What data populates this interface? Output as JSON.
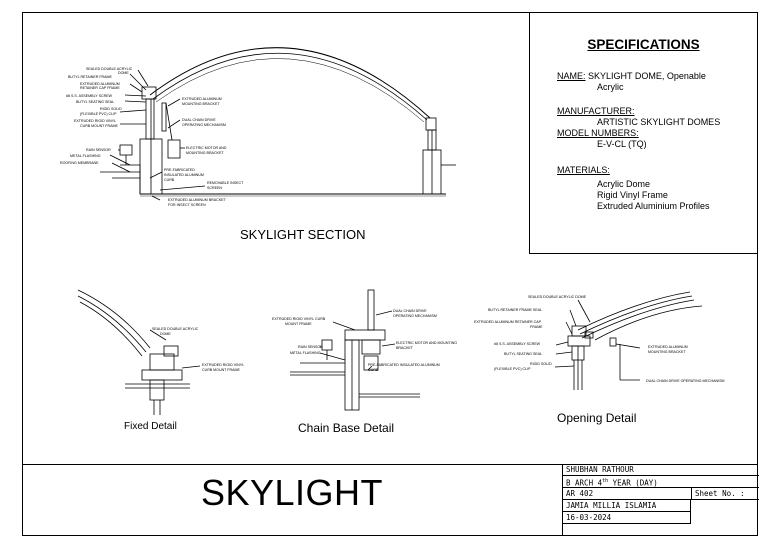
{
  "specifications": {
    "heading": "SPECIFICATIONS",
    "name_label": "NAME:",
    "name_value_line1": "SKYLIGHT DOME, Openable",
    "name_value_line2": "Acrylic",
    "manufacturer_label": "MANUFACTURER:",
    "manufacturer_value": "ARTISTIC SKYLIGHT DOMES",
    "model_label": "MODEL NUMBERS:",
    "model_value": "E-V-CL (TQ)",
    "materials_label": "MATERIALS:",
    "materials": [
      "Acrylic Dome",
      "Rigid Vinyl Frame",
      "Extruded Aluminium Profiles"
    ]
  },
  "section": {
    "caption": "SKYLIGHT SECTION",
    "callouts_left": [
      "SEALED DOUBLE ACRYLIC",
      "DOME",
      "BUTYL RETAINER FRAME",
      "EXTRUDED ALUMINUM",
      "RETAINER CAP FRAME",
      "#8 S.S. ASSEMBLY SCREW",
      "BUTYL SEATING SEAL",
      "RIGID SOLID",
      "(FLEXIBLE PVC) CLIP",
      "EXTRUDED RIGID VINYL",
      "CURB MOUNT FRAME",
      "RAIN SENSOR",
      "METAL FLASHING",
      "ROOFING MEMBRANE"
    ],
    "callouts_right": [
      "EXTRUDED ALUMINUM",
      "MOUNTING BRACKET",
      "DUAL CHAIN DRIVE",
      "OPERATING MECHANISM",
      "ELECTRIC MOTOR AND",
      "MOUNTING BRACKET",
      "PRE-FABRICATED",
      "INSULATED ALUMINUM",
      "CURB",
      "REMOVABLE INSECT",
      "SCREEN",
      "EXTRUDED ALUMINUM BRACKET",
      "FOR INSECT SCREEN"
    ]
  },
  "details": {
    "fixed": {
      "caption": "Fixed Detail",
      "callouts": [
        "SEALED DOUBLE ACRYLIC",
        "DOME",
        "EXTRUDED RIGID VINYL",
        "CURB MOUNT FRAME"
      ]
    },
    "chain_base": {
      "caption": "Chain Base Detail",
      "callouts": [
        "DUAL CHAIN DRIVE",
        "OPERATING MECHANISM",
        "EXTRUDED RIGID VINYL CURB",
        "MOUNT FRAME",
        "ELECTRIC MOTOR AND MOUNTING",
        "BRACKET",
        "RAIN SENSOR",
        "METAL FLASHING",
        "PRE-FABRICATED INSULATED ALUMINUM",
        "CURB"
      ]
    },
    "opening": {
      "caption": "Opening Detail",
      "callouts": [
        "SEALED DOUBLE ACRYLIC DOME",
        "BUTYL RETAINER FRAME SEAL",
        "EXTRUDED ALUMINUM RETAINER CAP",
        "FRAME",
        "#8 S.S. ASSEMBLY SCREW",
        "BUTYL SEATING SEAL",
        "RIGID SOLID",
        "(FLEXIBLE PVC) CLIP",
        "EXTRUDED ALUMINUM",
        "MOUNTING BRACKET",
        "DUAL CHAIN DRIVE OPERATING MECHANISM"
      ]
    }
  },
  "title_block": {
    "drawing_title": "SKYLIGHT",
    "author": "SHUBHAN RATHOUR",
    "course": "B ARCH 4",
    "course_sup": "th",
    "course_suffix": " YEAR (DAY)",
    "subject": "AR 402",
    "sheet_label": "Sheet No. :",
    "institution": "JAMIA MILLIA ISLAMIA",
    "date": "16-03-2024"
  }
}
